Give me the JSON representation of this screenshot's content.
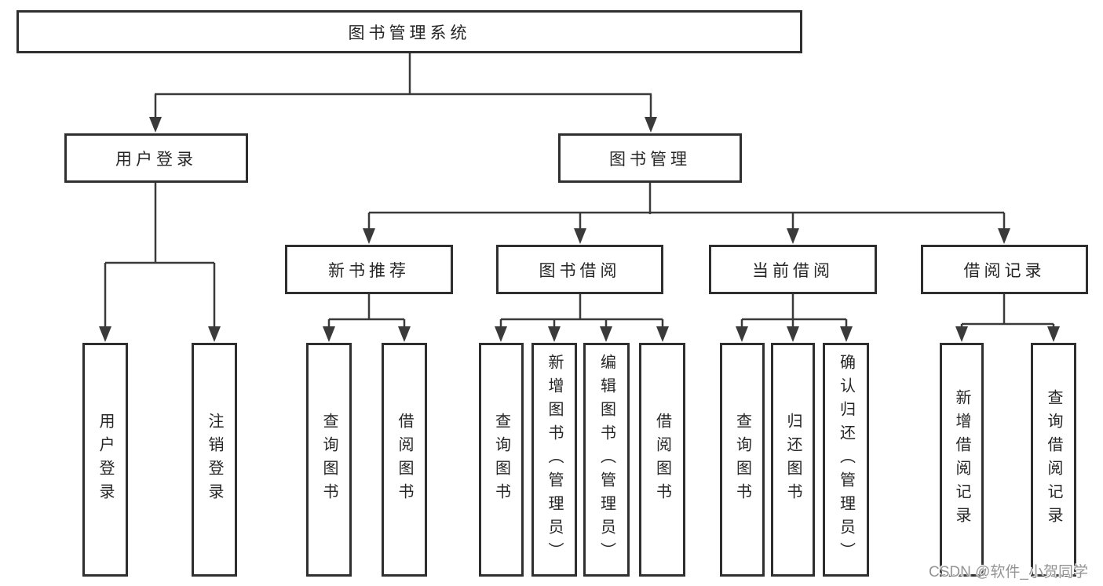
{
  "diagram": {
    "root": {
      "label": "图书管理系统"
    },
    "login": {
      "label": "用户登录",
      "children": [
        {
          "label": "用户登录"
        },
        {
          "label": "注销登录"
        }
      ]
    },
    "management": {
      "label": "图书管理",
      "sections": [
        {
          "label": "新书推荐",
          "children": [
            {
              "label": "查询图书"
            },
            {
              "label": "借阅图书"
            }
          ]
        },
        {
          "label": "图书借阅",
          "children": [
            {
              "label": "查询图书"
            },
            {
              "label": "新增图书（管理员）"
            },
            {
              "label": "编辑图书（管理员）"
            },
            {
              "label": "借阅图书"
            }
          ]
        },
        {
          "label": "当前借阅",
          "children": [
            {
              "label": "查询图书"
            },
            {
              "label": "归还图书"
            },
            {
              "label": "确认归还（管理员）"
            }
          ]
        },
        {
          "label": "借阅记录",
          "children": [
            {
              "label": "新增借阅记录"
            },
            {
              "label": "查询借阅记录"
            }
          ]
        }
      ]
    },
    "colors": {
      "line": "#3a3a3a",
      "border": "#2f2f2f",
      "text": "#262626",
      "watermark": "#949494"
    },
    "watermark": "CSDN @软件_小贺同学"
  }
}
